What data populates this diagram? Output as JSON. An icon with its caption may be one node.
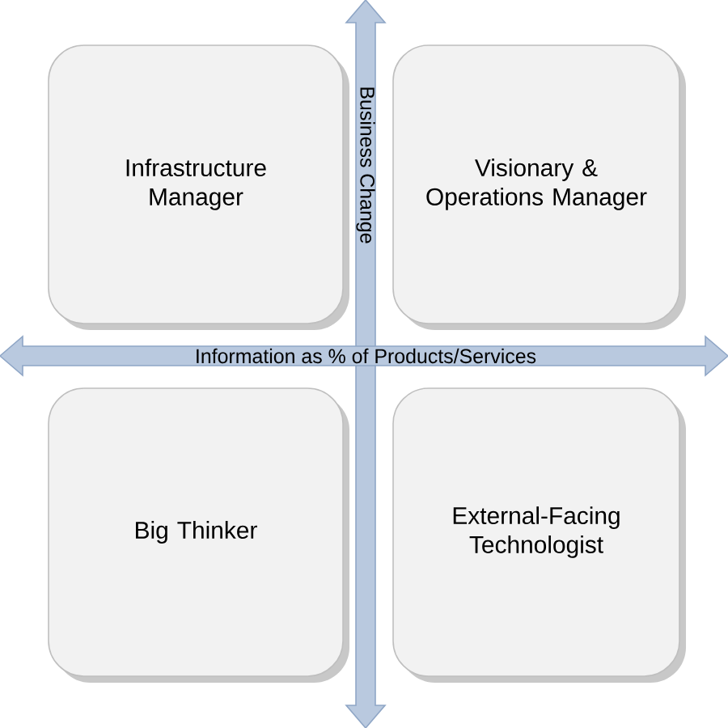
{
  "diagram": {
    "nodes": [
      {
        "text": [
          "Infrastructure Manager"
        ]
      },
      {
        "text": [
          "Visionary & Operations Manager"
        ]
      },
      {
        "text": [
          "Big Thinker"
        ]
      },
      {
        "text": [
          "External-Facing Technologist"
        ]
      }
    ],
    "labels": [
      "Business Change",
      "Information as % of Products/Services"
    ]
  }
}
